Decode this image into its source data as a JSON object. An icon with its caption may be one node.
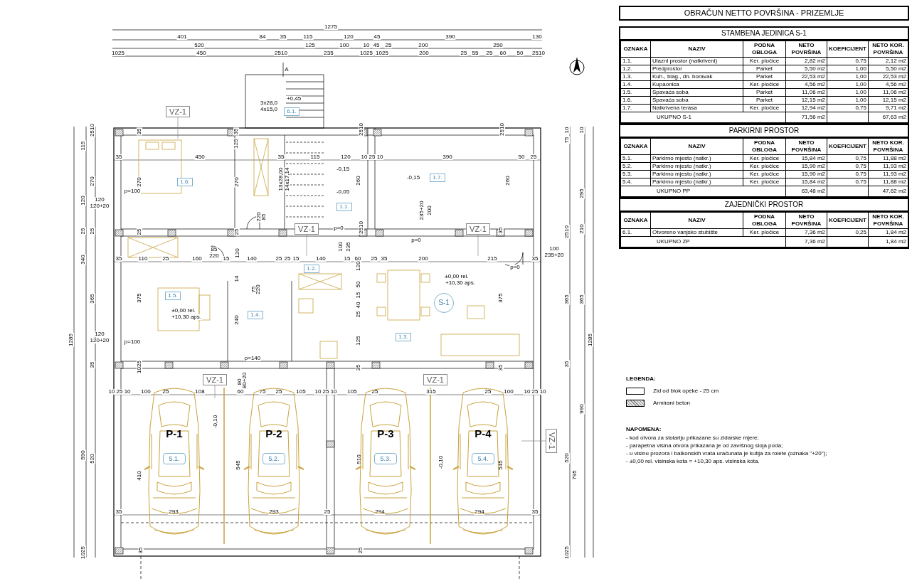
{
  "diagram": {
    "title": "OBRAČUN NETTO POVRŠINA - PRIZEMLJE",
    "nodes": [
      {
        "text": [
          "6.1."
        ]
      },
      {
        "text": [
          "1.6."
        ]
      },
      {
        "text": [
          "1.1."
        ]
      },
      {
        "text": [
          "1.7."
        ]
      },
      {
        "text": [
          "VZ-1"
        ]
      },
      {
        "text": [
          "VZ-1"
        ]
      },
      {
        "text": [
          "VZ-1"
        ]
      },
      {
        "text": [
          "1.2."
        ]
      },
      {
        "text": [
          "1.5."
        ]
      },
      {
        "text": [
          "S-1"
        ]
      },
      {
        "text": [
          "1.4."
        ]
      },
      {
        "text": [
          "1.3."
        ]
      },
      {
        "text": [
          "VZ-1"
        ]
      },
      {
        "text": [
          "VZ-1"
        ]
      },
      {
        "text": [
          "P-1"
        ]
      },
      {
        "text": [
          "5.1."
        ],
        "in": 14
      },
      {
        "text": [
          "P-2"
        ]
      },
      {
        "text": [
          "5.2."
        ],
        "in": 16
      },
      {
        "text": [
          "P-3"
        ]
      },
      {
        "text": [
          "5.3."
        ],
        "in": 18
      },
      {
        "text": [
          "P-4"
        ]
      },
      {
        "text": [
          "5.4."
        ],
        "in": 20
      },
      {
        "text": [
          "VZ-1"
        ]
      }
    ],
    "labels": [
      "STAMBENA JEDINICA S-1",
      "OZNAKA",
      "NAZIV",
      "PODNA OBLOGA",
      "NETO POVRŠINA",
      "KOEFICIJENT",
      "NETO KOR. POVRŠINA",
      "1.1.",
      "Ulazni prostor (natkriveni)",
      "Ker. pločice",
      "2,82 m2",
      "0,75",
      "2,12 m2",
      "1.2.",
      "Predprostor",
      "Parket",
      "5,50 m2",
      "1,00",
      "5,50 m2",
      "1.3.",
      "Kuh., blag., dn. boravak",
      "Parket",
      "22,53 m2",
      "1,00",
      "22,53 m2",
      "1.4.",
      "Kupaonica",
      "Ker. pločice",
      "4,56 m2",
      "1,00",
      "4,56 m2",
      "1.5.",
      "Spavaća soba",
      "Parket",
      "11,06 m2",
      "1,00",
      "11,06 m2",
      "1.6.",
      "Spavaća soba",
      "Parket",
      "12,15 m2",
      "1,00",
      "12,15 m2",
      "1.7.",
      "Natkrivena terasa",
      "Ker. pločice",
      "12,94 m2",
      "0,75",
      "9,71 m2",
      "UKUPNO S-1",
      "71,56 m2",
      "67,63 m2",
      "PARKIRNI PROSTOR",
      "OZNAKA",
      "NAZIV",
      "PODNA OBLOGA",
      "NETO POVRŠINA",
      "KOEFICIJENT",
      "NETO KOR. POVRŠINA",
      "5.1.",
      "Parkirno mjesto (natkr.)",
      "Ker. pločice",
      "15,84 m2",
      "0,75",
      "11,88 m2",
      "5.2.",
      "Parkirno mjesto (natkr.)",
      "Ker. pločice",
      "15,90 m2",
      "0,75",
      "11,93 m2",
      "5.3.",
      "Parkirno mjesto (natkr.)",
      "Ker. pločice",
      "15,90 m2",
      "0,75",
      "11,93 m2",
      "5.4.",
      "Parkirno mjesto (natkr.)",
      "Ker. pločice",
      "15,84 m2",
      "0,75",
      "11,88 m2",
      "UKUPNO PP",
      "63,48 m2",
      "47,62 m2",
      "ZAJEDNIČKI PROSTOR",
      "OZNAKA",
      "NAZIV",
      "PODNA OBLOGA",
      "NETO POVRŠINA",
      "KOEFICIJENT",
      "NETO KOR. POVRŠINA",
      "6.1.",
      "Otvoreno vanjsko stubište",
      "Ker. pločice",
      "7,36 m2",
      "0,25",
      "1,84 m2",
      "UKUPNO ZP",
      "7,36 m2",
      "1,84 m2",
      "LEGENDA:",
      "NAPOMENA:",
      "- kod otvora za stolariju prikazane su zidarske mjere;",
      "- parapetna visina otvora prikazana je od završnog sloja poda;",
      "- u visinu prozora i balkonskih vrata uračunata je kutija za rolete (oznaka \"+20\");",
      "- ±0,00 rel. visinska kota = +10,30 aps. visinska kota.",
      "1275",
      "401",
      "84",
      "35",
      "115",
      "120",
      "45",
      "390",
      "130",
      "520",
      "125",
      "100",
      "10",
      "45",
      "25",
      "200",
      "250",
      "1025",
      "450",
      "2510",
      "235",
      "1025",
      "1025",
      "200",
      "25",
      "55",
      "25",
      "60",
      "50",
      "2510",
      "A",
      "+0,45",
      "3x28,0",
      "4x15,0",
      "125",
      "13x28,00",
      "14x17,14",
      "1285",
      "115",
      "120",
      "25",
      "340",
      "590",
      "1025",
      "2510",
      "270",
      "25",
      "365",
      "35",
      "520",
      "120",
      "120+20",
      "120",
      "120+20",
      "10",
      "75",
      "2510",
      "365",
      "35",
      "520",
      "1025",
      "10",
      "295",
      "210",
      "365",
      "990",
      "795",
      "1285",
      "100",
      "235+20",
      "35",
      "450",
      "35",
      "115",
      "120",
      "10 25 10",
      "390",
      "50",
      "25",
      "35",
      "35",
      "270",
      "270",
      "25",
      "25",
      "260",
      "260",
      "2510",
      "2510",
      "2510",
      "35",
      "p=100",
      "p=100",
      "85",
      "220",
      "100",
      "235",
      "85",
      "220",
      "75",
      "220",
      "-0,15",
      "-0,05",
      "-0,15",
      "p=0",
      "p=0",
      "200",
      "235+20",
      "p=0",
      "35",
      "110",
      "25",
      "160",
      "15",
      "140",
      "25",
      "25",
      "15",
      "140",
      "15",
      "60",
      "25",
      "35",
      "200",
      "215",
      "35",
      "120",
      "120",
      "50",
      "15",
      "40",
      "25",
      "125",
      "375",
      "375",
      "240",
      "14",
      "±0,00 rel.",
      "+10,30 aps.",
      "±0,00 rel.",
      "+10,30 aps.",
      "p=140",
      "1025",
      "35",
      "35",
      "80",
      "80+20",
      "10 25 10",
      "100",
      "25",
      "108",
      "60",
      "75",
      "25",
      "105",
      "10 25 10",
      "105",
      "25",
      "315",
      "25",
      "100",
      "10 25 10",
      "-0,10",
      "-0,10",
      "410",
      "545",
      "510",
      "545",
      "35",
      "293",
      "293",
      "25",
      "294",
      "294",
      "35",
      "35",
      "25"
    ],
    "legend": [
      {
        "text": "Zid od blok opeke - 25 cm"
      },
      {
        "text": "Armirani beton"
      }
    ]
  }
}
